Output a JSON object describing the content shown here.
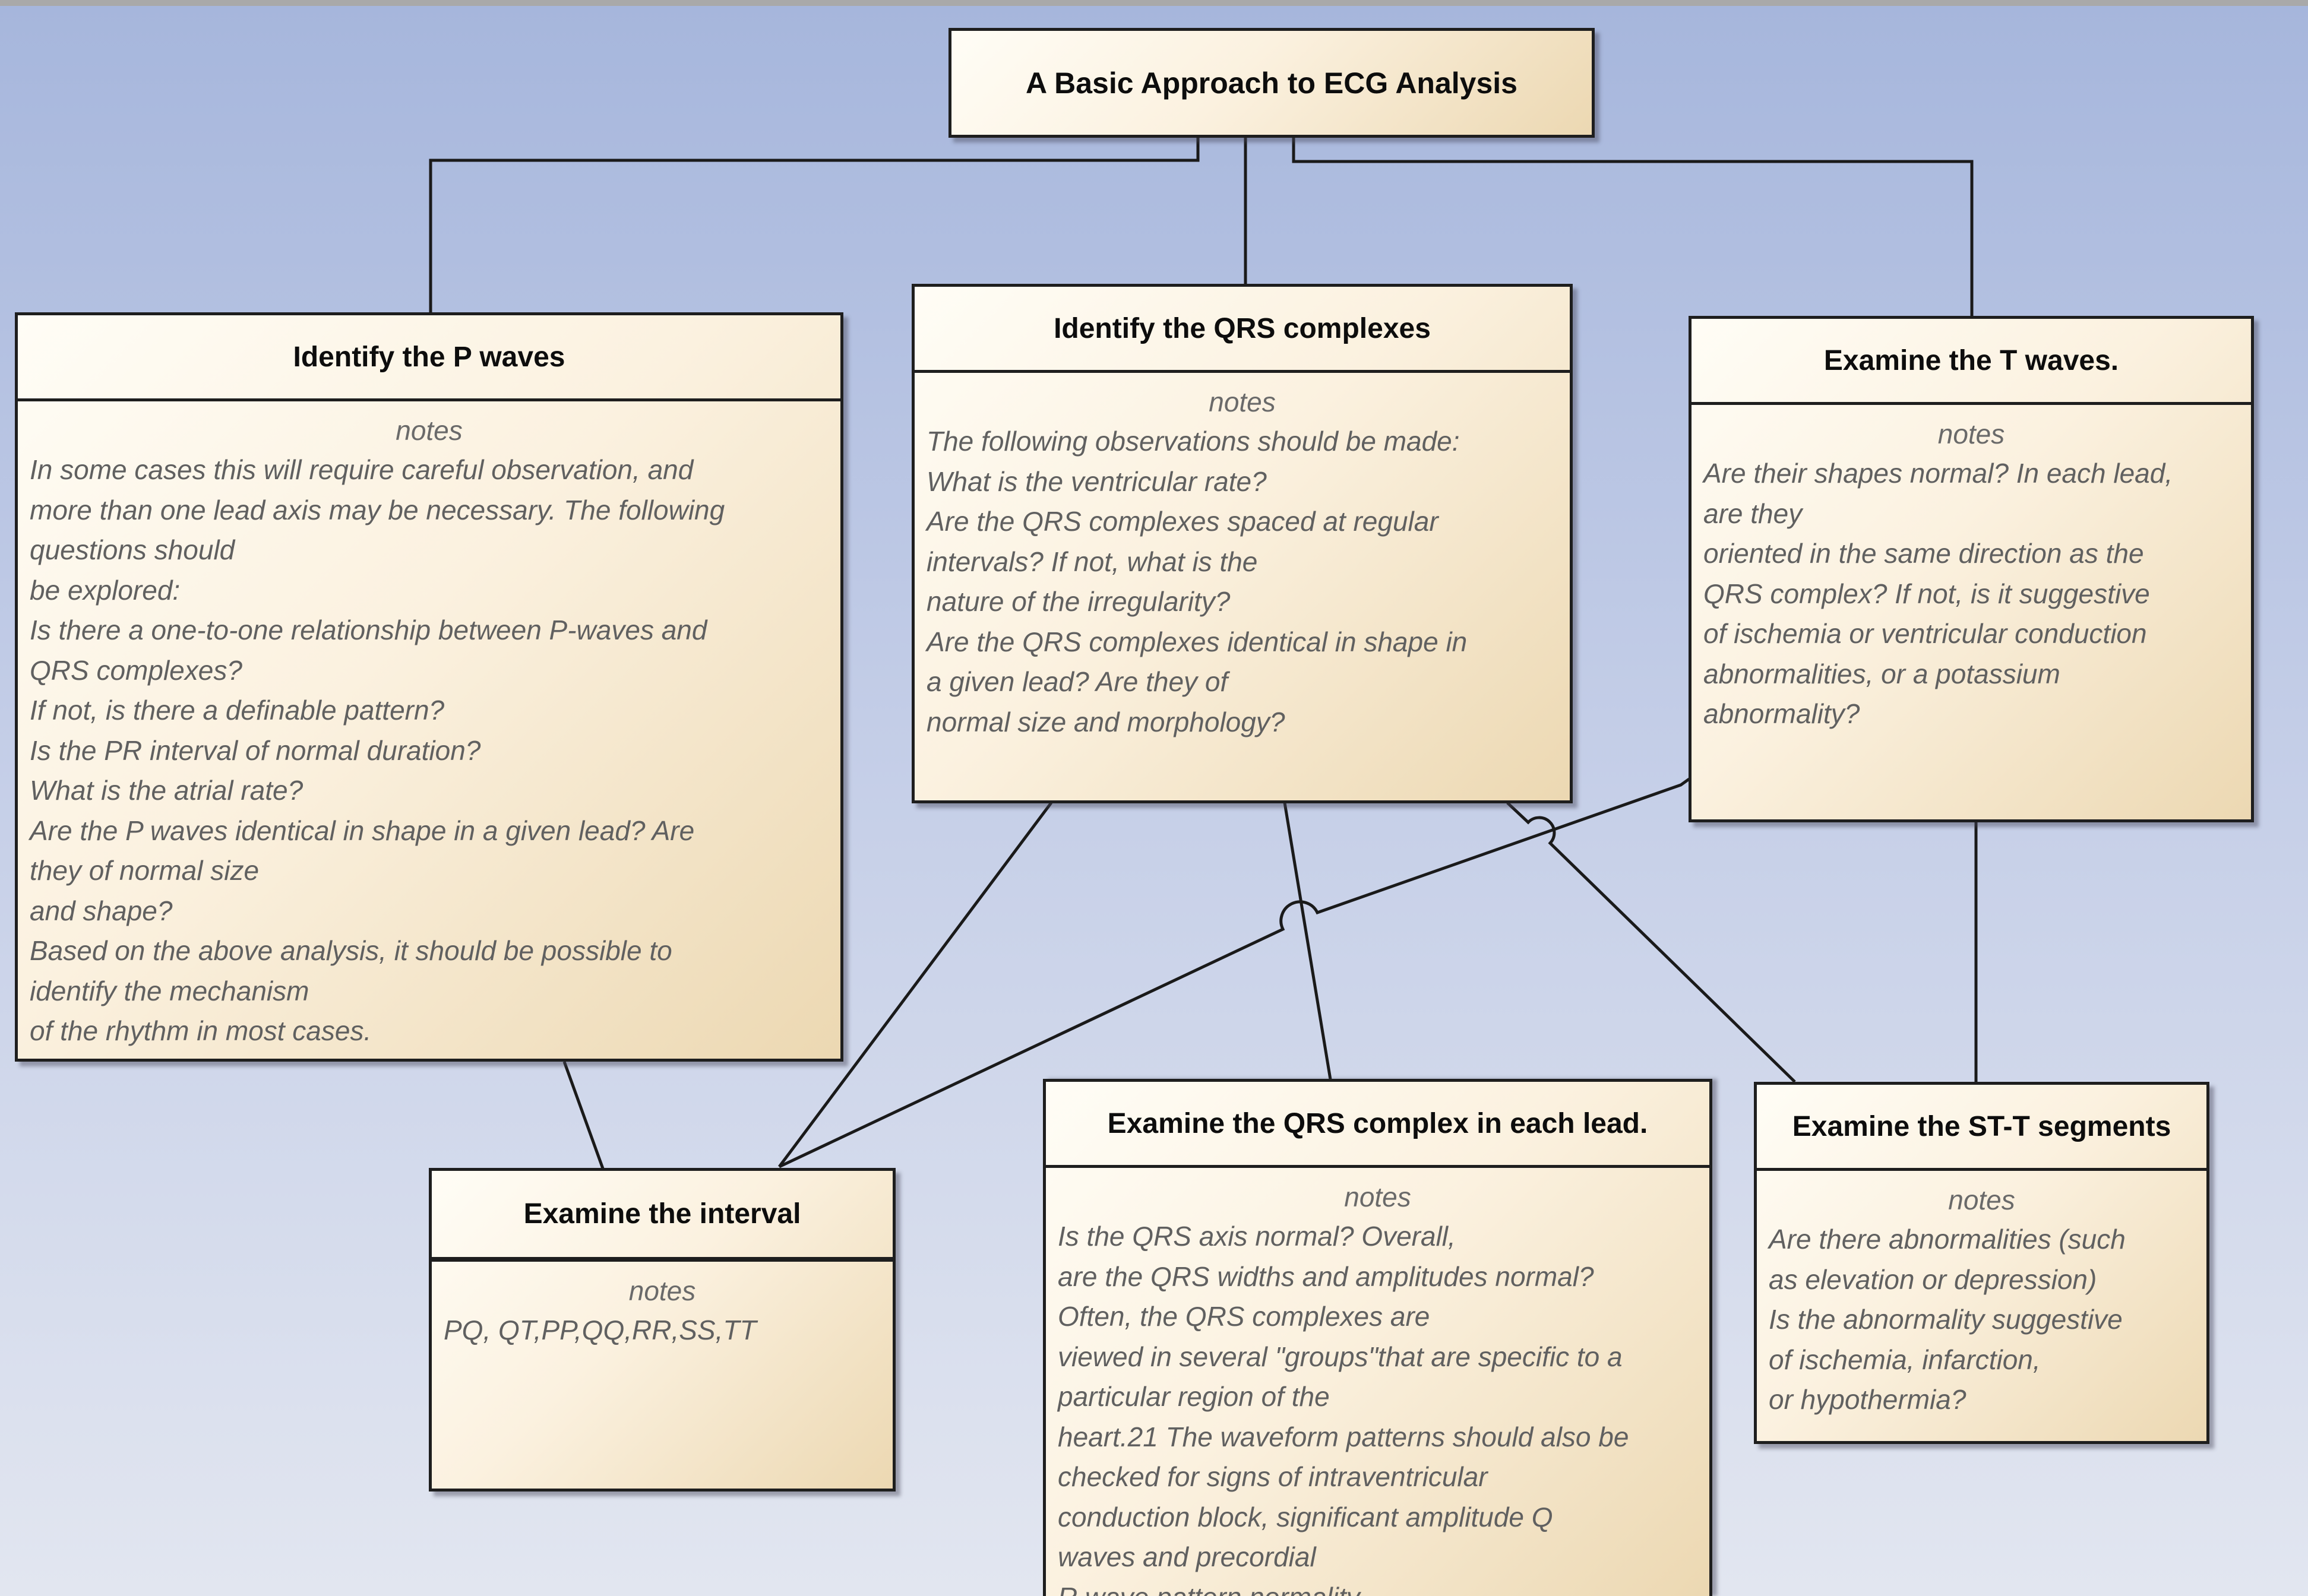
{
  "diagram": {
    "title": "A Basic Approach to ECG Analysis",
    "nodes": {
      "p_waves": {
        "title": "Identify the P waves",
        "notes_label": "notes",
        "lines": [
          "In some cases this will require careful observation, and",
          "more than one lead axis may be necessary. The following",
          "questions should",
          "be explored:",
          "Is there a one-to-one relationship between P-waves and",
          "QRS complexes?",
          "If not, is there a definable pattern?",
          "Is the PR interval of normal duration?",
          "What is the atrial rate?",
          "Are the P waves identical in shape in a given lead? Are",
          "they of normal size",
          "and shape?",
          "Based on the above analysis, it should be possible to",
          "identify the mechanism",
          "of the rhythm in most cases."
        ]
      },
      "qrs_complexes": {
        "title": "Identify the QRS complexes",
        "notes_label": "notes",
        "lines": [
          "The following observations should be made:",
          "What is the ventricular rate?",
          "Are the QRS complexes spaced at regular",
          "intervals? If not, what is the",
          "nature of the irregularity?",
          "Are the QRS complexes identical in shape in",
          "a given lead? Are they of",
          "normal size and morphology?"
        ]
      },
      "t_waves": {
        "title": "Examine the T waves.",
        "notes_label": "notes",
        "lines": [
          "Are their shapes normal? In each lead,",
          "are they",
          "oriented in the same direction as the",
          "QRS complex? If not, is it suggestive",
          "of ischemia or ventricular conduction",
          "abnormalities, or a potassium",
          "abnormality?"
        ]
      },
      "interval": {
        "title": "Examine the interval",
        "notes_label": "notes",
        "lines": [
          "PQ, QT,PP,QQ,RR,SS,TT"
        ]
      },
      "qrs_each_lead": {
        "title": "Examine the QRS complex in each lead.",
        "notes_label": "notes",
        "lines": [
          "Is the QRS axis normal? Overall,",
          "are the QRS widths and amplitudes normal?",
          "Often, the QRS complexes are",
          "viewed in several \"groups\"that are specific to a",
          "particular region of the",
          "heart.21 The waveform patterns should also be",
          "checked for signs of intraventricular",
          "conduction block, significant amplitude Q",
          "waves and precordial",
          "R wave pattern normality"
        ]
      },
      "st_t": {
        "title": "Examine the ST-T segments",
        "notes_label": "notes",
        "lines": [
          "Are there abnormalities (such",
          "as elevation or depression)",
          "Is the abnormality suggestive",
          "of ischemia, infarction,",
          "or hypothermia?"
        ]
      }
    }
  }
}
